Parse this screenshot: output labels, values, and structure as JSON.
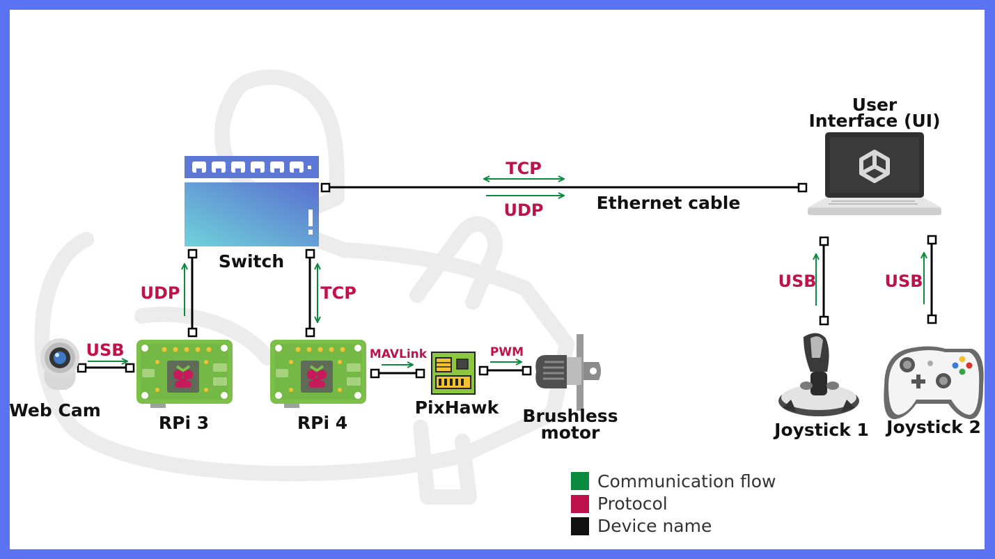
{
  "colors": {
    "frame_border": "#5B73F2",
    "communication_flow": "#0B8A3E",
    "protocol": "#C0124A",
    "device_name": "#111111",
    "board_green": "#7CC04A",
    "switch_gradient_start": "#6FD3DA",
    "switch_gradient_end": "#5A6ED0"
  },
  "devices": {
    "webcam": "Web Cam",
    "rpi3": "RPi 3",
    "rpi4": "RPi 4",
    "pixhawk": "PixHawk",
    "motor_line1": "Brushless",
    "motor_line2": "motor",
    "switch": "Switch",
    "ui_line1": "User",
    "ui_line2": "Interface (UI)",
    "joystick1": "Joystick 1",
    "joystick2": "Joystick 2"
  },
  "connections": {
    "webcam_rpi3": "USB",
    "rpi3_switch": "UDP",
    "rpi4_switch": "TCP",
    "rpi4_pixhawk": "MAVLink",
    "pixhawk_motor": "PWM",
    "switch_ui_tcp": "TCP",
    "switch_ui_udp": "UDP",
    "ethernet": "Ethernet cable",
    "joystick1_ui": "USB",
    "joystick2_ui": "USB"
  },
  "legend": [
    {
      "label": "Communication flow",
      "color": "#0B8A3E"
    },
    {
      "label": "Protocol",
      "color": "#C0124A"
    },
    {
      "label": "Device name",
      "color": "#111111"
    }
  ],
  "icons": {
    "webcam": "webcam-icon",
    "rpi": "raspberry-pi-board-icon",
    "switch": "network-switch-icon",
    "pixhawk": "flight-controller-chip-icon",
    "motor": "brushless-motor-icon",
    "laptop": "laptop-unity-icon",
    "joystick": "flight-joystick-icon",
    "gamepad": "gamepad-controller-icon",
    "background": "submarine-outline-watermark"
  }
}
